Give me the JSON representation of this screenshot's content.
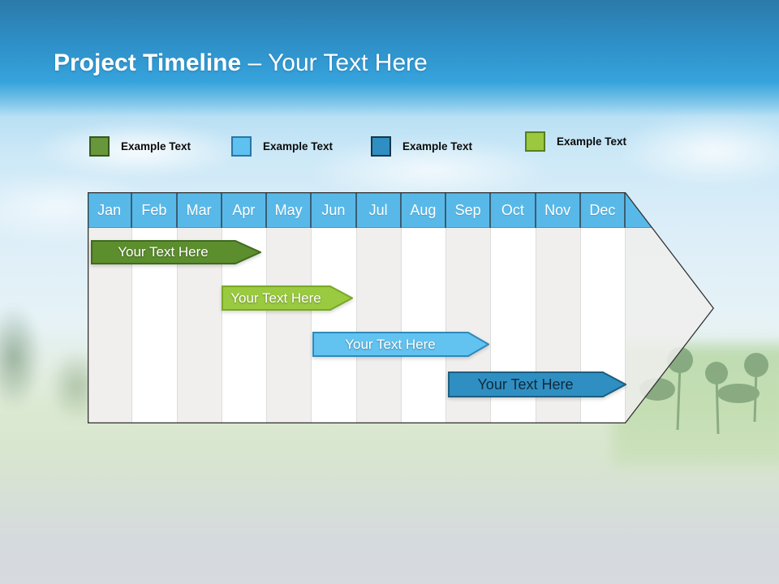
{
  "title": {
    "main": "Project Timeline",
    "secondary": "– Your Text Here"
  },
  "legend": {
    "items": [
      {
        "label": "Example Text",
        "color": "#68963a",
        "border": "#33591d"
      },
      {
        "label": "Example Text",
        "color": "#5ec1ef",
        "border": "#2a76a5"
      },
      {
        "label": "Example Text",
        "color": "#2f8fc2",
        "border": "#16384a"
      },
      {
        "label": "Example Text",
        "color": "#9cc83f",
        "border": "#567f1c"
      }
    ]
  },
  "timeline": {
    "months": [
      "Jan",
      "Feb",
      "Mar",
      "Apr",
      "May",
      "Jun",
      "Jul",
      "Aug",
      "Sep",
      "Oct",
      "Nov",
      "Dec"
    ],
    "header_color": "#58b9e9",
    "header_separator_color": "#3b5e71",
    "stripe_colors": [
      "#f0efee",
      "#ffffff"
    ],
    "bars": [
      {
        "label": "Your Text Here",
        "fill": "#5c8e2e",
        "stroke": "#3f6b1d",
        "text_color": "#ffffff",
        "span": "Jan–Apr"
      },
      {
        "label": "Your Text Here",
        "fill": "#9aca3f",
        "stroke": "#79a827",
        "text_color": "#ffffff",
        "span": "Apr–Jun"
      },
      {
        "label": "Your Text Here",
        "fill": "#62c3f0",
        "stroke": "#2f89ba",
        "text_color": "#ffffff",
        "span": "Jun–Sep"
      },
      {
        "label": "Your Text Here",
        "fill": "#2f8fc2",
        "stroke": "#1d5f80",
        "text_color": "#11293a",
        "span": "Sep–Dec"
      }
    ]
  }
}
